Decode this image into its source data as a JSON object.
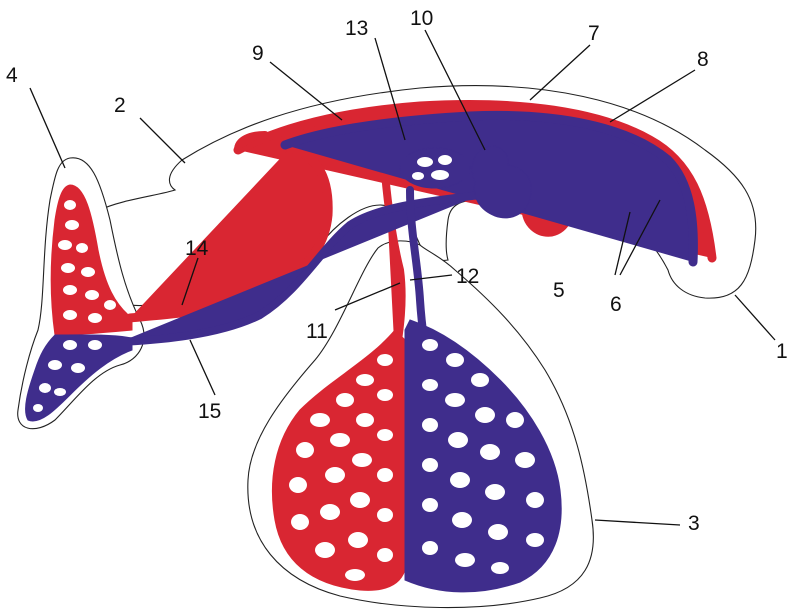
{
  "colors": {
    "arterial": "#d92632",
    "venous": "#3f2d8c",
    "outline": "#222222",
    "background": "#ffffff"
  },
  "callouts": [
    {
      "id": "1",
      "text": "1"
    },
    {
      "id": "2",
      "text": "2"
    },
    {
      "id": "3",
      "text": "3"
    },
    {
      "id": "4",
      "text": "4"
    },
    {
      "id": "5",
      "text": "5"
    },
    {
      "id": "6",
      "text": "6"
    },
    {
      "id": "7",
      "text": "7"
    },
    {
      "id": "8",
      "text": "8"
    },
    {
      "id": "9",
      "text": "9"
    },
    {
      "id": "10",
      "text": "10"
    },
    {
      "id": "11",
      "text": "11"
    },
    {
      "id": "12",
      "text": "12"
    },
    {
      "id": "13",
      "text": "13"
    },
    {
      "id": "14",
      "text": "14"
    },
    {
      "id": "15",
      "text": "15"
    }
  ]
}
